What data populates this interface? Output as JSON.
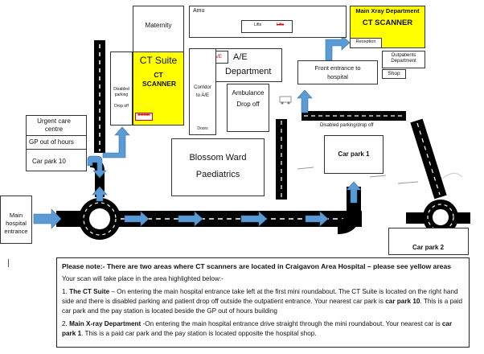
{
  "labels": {
    "maternity": "Maternity",
    "amu": "Amu",
    "lifts_1": "Lifts",
    "lifts_2": "Lifts",
    "main_xray": "Main Xray Department",
    "main_xray_ct": "CT SCANNER",
    "reception": "Reception",
    "outpatients": "Outpatients Department",
    "shop": "Shop",
    "ct_suite": "CT Suite",
    "ct_scanner": "CT SCANNER",
    "disabled_parking_side": "Disabled parking",
    "drop_off_side": "Drop off",
    "bloods": "Bloods",
    "ae_small": "A/E",
    "ae_department_1": "A/E",
    "ae_department_2": "Department",
    "corridor_1": "Corridor",
    "corridor_2": "to A/E",
    "doors": "Doors",
    "ambulance_1": "Ambulance",
    "ambulance_2": "Drop off",
    "front_entrance_1": "Front entrance to",
    "front_entrance_2": "hospital",
    "disabled_parking_dropoff": "Disabled parking/drop off",
    "urgent_care_1": "Urgent care",
    "urgent_care_2": "centre",
    "gp_out_of_hours": "GP out of hours",
    "car_park_10": "Car park 10",
    "blossom_ward": "Blossom Ward",
    "paediatrics": "Paediatrics",
    "car_park_1": "Car park 1",
    "main_entrance_1": "Main",
    "main_entrance_2": "hospital",
    "main_entrance_3": "entrance",
    "car_park_2": "Car park 2"
  },
  "notes": {
    "heading": "Please note:- There are two areas where CT scanners are located in Craigavon Area Hospital – please see yellow areas",
    "intro": "Your scan will take place in the area highlighted below:-",
    "p1_lead": "1. ",
    "p1_bold": "The CT Suite",
    "p1_text": " – On entering the main hospital entrance take left at the first mini roundabout. The CT Suite is located on the right hand side and there is disabled parking and patient drop off outside the outpatient entrance. Your nearest car park is ",
    "p1_bold2": "car park 10",
    "p1_tail": ". This is a paid car park and the pay station is located beside the GP out of hours building",
    "p2_lead": "2. ",
    "p2_bold": "Main X-ray Department",
    "p2_text": " -On entering the main hospital entrance drive straight through the mini roundabout. Your nearest car is ",
    "p2_bold2": "car park 1",
    "p2_tail": ". This is a paid car park and the pay station is located opposite the hospital shop."
  },
  "colors": {
    "highlight": "#ffff00",
    "arrow": "#5b9bd5",
    "road": "#000000",
    "road_marking": "#ffffff"
  }
}
